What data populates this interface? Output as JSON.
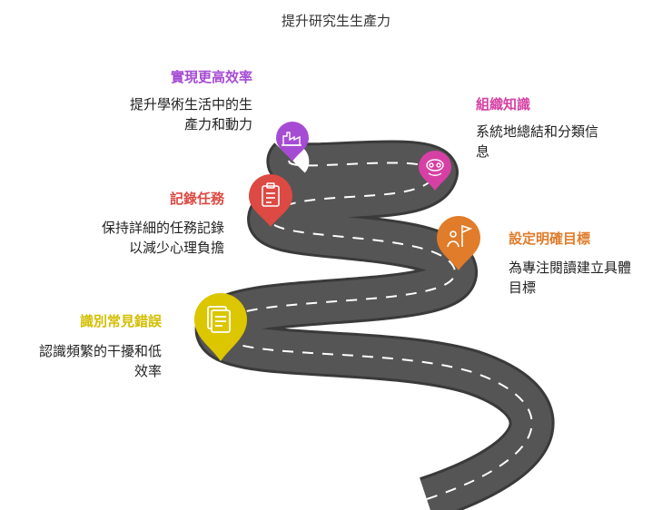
{
  "title": "提升研究生生產力",
  "colors": {
    "road": "#4b4b4b",
    "road_edge": "#2e2e2e",
    "dash": "#ffffff",
    "yellow": "#dcc600",
    "red": "#dc4a43",
    "orange": "#e07c2a",
    "pink": "#d640a4",
    "purple": "#a64cd4"
  },
  "milestones": [
    {
      "heading": "識別常見錯誤",
      "desc_line1": "認識頻繁的干擾和低",
      "desc_line2": "效率",
      "icon": "document-checklist-icon"
    },
    {
      "heading": "設定明確目標",
      "desc_line1": "為專注閱讀建立具體",
      "desc_line2": "目標",
      "icon": "goal-flag-person-icon"
    },
    {
      "heading": "記錄任務",
      "desc_line1": "保持詳細的任務記錄",
      "desc_line2": "以減少心理負擔",
      "icon": "clipboard-icon"
    },
    {
      "heading": "組織知識",
      "desc_line1": "系統地總結和分類信",
      "desc_line2": "息",
      "icon": "brain-gears-icon"
    },
    {
      "heading": "實現更高效率",
      "desc_line1": "提升學術生活中的生",
      "desc_line2": "產力和動力",
      "icon": "factory-icon"
    }
  ]
}
